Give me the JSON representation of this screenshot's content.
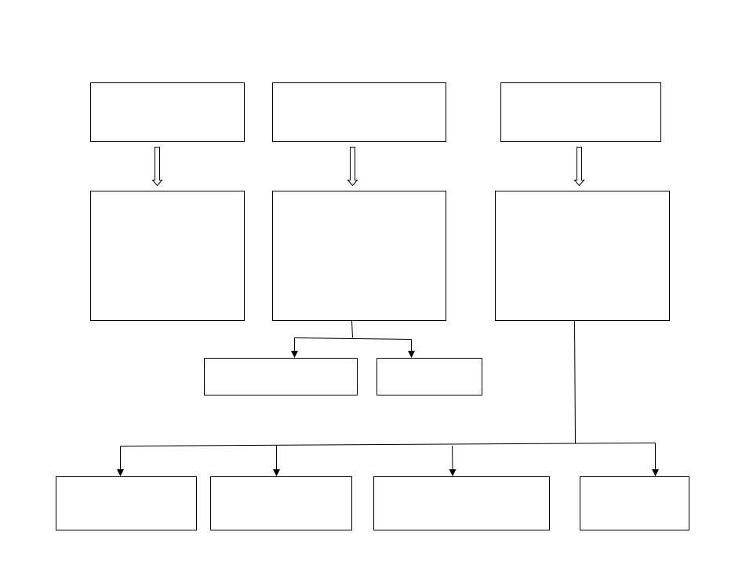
{
  "diagram": {
    "type": "flowchart",
    "colors": {
      "background": "#ffffff",
      "stroke": "#000000"
    },
    "nodes": [
      {
        "id": "top-left",
        "text": ""
      },
      {
        "id": "top-center",
        "text": ""
      },
      {
        "id": "top-right",
        "text": ""
      },
      {
        "id": "mid-left",
        "text": ""
      },
      {
        "id": "mid-center",
        "text": ""
      },
      {
        "id": "mid-right",
        "text": ""
      },
      {
        "id": "branch-a",
        "text": ""
      },
      {
        "id": "branch-b",
        "text": ""
      },
      {
        "id": "bottom-1",
        "text": ""
      },
      {
        "id": "bottom-2",
        "text": ""
      },
      {
        "id": "bottom-3",
        "text": ""
      },
      {
        "id": "bottom-4",
        "text": ""
      }
    ],
    "edges": [
      {
        "from": "top-left",
        "to": "mid-left",
        "style": "hollow-arrow"
      },
      {
        "from": "top-center",
        "to": "mid-center",
        "style": "hollow-arrow"
      },
      {
        "from": "top-right",
        "to": "mid-right",
        "style": "hollow-arrow"
      },
      {
        "from": "mid-center",
        "to": "branch-a",
        "style": "arrow"
      },
      {
        "from": "mid-center",
        "to": "branch-b",
        "style": "arrow"
      },
      {
        "from": "mid-right",
        "to": "bottom-1",
        "style": "arrow"
      },
      {
        "from": "mid-right",
        "to": "bottom-2",
        "style": "arrow"
      },
      {
        "from": "mid-right",
        "to": "bottom-3",
        "style": "arrow"
      },
      {
        "from": "mid-right",
        "to": "bottom-4",
        "style": "arrow"
      }
    ]
  }
}
